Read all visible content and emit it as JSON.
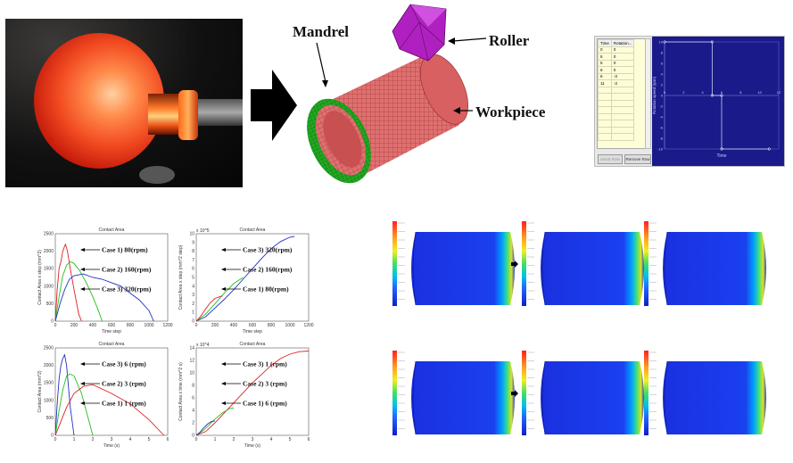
{
  "labels": {
    "mandrel": "Mandrel",
    "roller": "Roller",
    "workpiece": "Workpiece"
  },
  "software_panel": {
    "col_time": "Time",
    "col_rotation": "Rotation...",
    "rows": [
      [
        "0",
        "0"
      ],
      [
        "5",
        "0"
      ],
      [
        "5",
        "0"
      ],
      [
        "6",
        "0"
      ],
      [
        "6",
        "-3"
      ],
      [
        "11",
        "-3"
      ]
    ],
    "insert_button": "Insert Row",
    "remove_button": "Remove Row",
    "plot_ylabel": "Rotation speed (rpm)",
    "plot_xlabel": "Time",
    "x_ticks": [
      "0",
      "2",
      "4",
      "6",
      "8",
      "10",
      "12"
    ],
    "y_ticks": [
      "10",
      "8",
      "6",
      "4",
      "2",
      "0",
      "-2",
      "-4",
      "-6",
      "-8",
      "-10"
    ]
  },
  "chart_data": [
    {
      "type": "line",
      "title": "Contact Area",
      "xlabel": "Time step",
      "ylabel": "Contact Area x step (mm^2)",
      "x_ticks": [
        "0",
        "200",
        "400",
        "600",
        "800",
        "1000",
        "1200"
      ],
      "y_ticks": [
        "0",
        "500",
        "1000",
        "1500",
        "2000",
        "2500"
      ],
      "xlim": [
        0,
        1200
      ],
      "ylim": [
        0,
        2500
      ],
      "series": [
        {
          "name": "Case 1) 80(rpm)",
          "color": "#e02020",
          "x": [
            0,
            20,
            40,
            60,
            80,
            100,
            110,
            130,
            160,
            200,
            250,
            280
          ],
          "y": [
            0,
            900,
            1500,
            1700,
            2000,
            2150,
            2200,
            2000,
            1500,
            900,
            200,
            0
          ]
        },
        {
          "name": "Case 2) 160(rpm)",
          "color": "#20c020",
          "x": [
            0,
            40,
            80,
            120,
            160,
            200,
            260,
            330,
            400,
            460,
            500
          ],
          "y": [
            0,
            700,
            1300,
            1600,
            1700,
            1650,
            1450,
            1100,
            700,
            300,
            0
          ]
        },
        {
          "name": "Case 3) 320(rpm)",
          "color": "#2030c0",
          "x": [
            0,
            50,
            100,
            150,
            200,
            300,
            400,
            500,
            600,
            700,
            800,
            900,
            1000,
            1050
          ],
          "y": [
            0,
            500,
            900,
            1200,
            1300,
            1350,
            1250,
            1200,
            1100,
            1000,
            800,
            600,
            300,
            0
          ]
        }
      ],
      "annotations": [
        "Case 1) 80(rpm)",
        "Case 2) 160(rpm)",
        "Case 3) 320(rpm)"
      ]
    },
    {
      "type": "line",
      "title": "Contact Area",
      "xlabel": "Time step",
      "ylabel": "Contact Area x step (mm^2 step)",
      "exponent": "x 10^5",
      "x_ticks": [
        "0",
        "200",
        "400",
        "600",
        "800",
        "1000",
        "1200"
      ],
      "y_ticks": [
        "0",
        "1",
        "2",
        "3",
        "4",
        "5",
        "6",
        "7",
        "8",
        "9",
        "10"
      ],
      "xlim": [
        0,
        1200
      ],
      "ylim": [
        0,
        10
      ],
      "series": [
        {
          "name": "Case 3) 320(rpm)",
          "color": "#2030c0",
          "x": [
            0,
            100,
            200,
            300,
            400,
            500,
            600,
            700,
            800,
            900,
            1000,
            1050
          ],
          "y": [
            0,
            0.5,
            1.5,
            2.5,
            3.6,
            4.8,
            6.0,
            7.2,
            8.3,
            9.1,
            9.6,
            9.7
          ]
        },
        {
          "name": "Case 2) 160(rpm)",
          "color": "#20c020",
          "x": [
            0,
            100,
            200,
            300,
            400,
            500
          ],
          "y": [
            0,
            0.8,
            2.0,
            3.2,
            4.3,
            5.0
          ]
        },
        {
          "name": "Case 1) 80(rpm)",
          "color": "#e02020",
          "x": [
            0,
            50,
            100,
            150,
            200,
            280
          ],
          "y": [
            0,
            0.6,
            1.4,
            2.1,
            2.6,
            2.9
          ]
        }
      ],
      "annotations": [
        "Case 3) 320(rpm)",
        "Case 2) 160(rpm)",
        "Case 1) 80(rpm)"
      ]
    },
    {
      "type": "line",
      "title": "Contact Area",
      "xlabel": "Time (s)",
      "ylabel": "Contact Area (mm^2)",
      "x_ticks": [
        "0",
        "1",
        "2",
        "3",
        "4",
        "5",
        "6"
      ],
      "y_ticks": [
        "0",
        "500",
        "1000",
        "1500",
        "2000",
        "2500"
      ],
      "xlim": [
        0,
        6
      ],
      "ylim": [
        0,
        2500
      ],
      "series": [
        {
          "name": "Case 3) 6 (rpm)",
          "color": "#2030c0",
          "x": [
            0,
            0.1,
            0.2,
            0.3,
            0.4,
            0.5,
            0.6,
            0.8,
            1.0
          ],
          "y": [
            0,
            900,
            1600,
            2000,
            2200,
            2300,
            2000,
            800,
            0
          ]
        },
        {
          "name": "Case 2) 3 (rpm)",
          "color": "#20c020",
          "x": [
            0,
            0.2,
            0.4,
            0.6,
            0.8,
            1.0,
            1.4,
            1.8,
            2.0
          ],
          "y": [
            0,
            700,
            1300,
            1700,
            1750,
            1700,
            1200,
            400,
            0
          ]
        },
        {
          "name": "Case 1) 1 (rpm)",
          "color": "#e02020",
          "x": [
            0,
            0.3,
            0.6,
            1.0,
            1.5,
            2.0,
            3.0,
            4.0,
            5.0,
            5.8
          ],
          "y": [
            0,
            400,
            800,
            1200,
            1400,
            1450,
            1200,
            900,
            450,
            0
          ]
        }
      ],
      "annotations": [
        "Case 3) 6 (rpm)",
        "Case 2) 3 (rpm)",
        "Case 1) 1 (rpm)"
      ]
    },
    {
      "type": "line",
      "title": "Contact Area",
      "xlabel": "Time (s)",
      "ylabel": "Contact Area x time (mm^2 s)",
      "exponent": "x 10^4",
      "x_ticks": [
        "0",
        "1",
        "2",
        "3",
        "4",
        "5",
        "6"
      ],
      "y_ticks": [
        "0",
        "2",
        "4",
        "6",
        "8",
        "10",
        "12",
        "14"
      ],
      "xlim": [
        0,
        6
      ],
      "ylim": [
        0,
        14
      ],
      "series": [
        {
          "name": "Case 3) 1 (rpm)",
          "color": "#e02020",
          "x": [
            0,
            0.5,
            1,
            1.5,
            2,
            2.5,
            3,
            3.5,
            4,
            4.5,
            5,
            5.5,
            6
          ],
          "y": [
            0,
            0.6,
            2.0,
            3.6,
            5.2,
            6.8,
            8.4,
            9.8,
            11.2,
            12.3,
            13.0,
            13.4,
            13.5
          ]
        },
        {
          "name": "Case 2) 3 (rpm)",
          "color": "#20c020",
          "x": [
            0,
            0.3,
            0.6,
            1.0,
            1.4,
            1.8,
            2.0
          ],
          "y": [
            0,
            0.6,
            1.4,
            2.6,
            3.6,
            4.3,
            4.4
          ]
        },
        {
          "name": "Case 1) 6 (rpm)",
          "color": "#2030c0",
          "x": [
            0,
            0.2,
            0.4,
            0.6,
            0.8,
            1.0
          ],
          "y": [
            0,
            0.5,
            1.2,
            1.8,
            2.2,
            2.3
          ]
        }
      ],
      "annotations": [
        "Case 3) 1 (rpm)",
        "Case 2) 3 (rpm)",
        "Case 1) 6 (rpm)"
      ]
    }
  ],
  "colors": {
    "mandrel": "#1fa31f",
    "workpiece": "#e07070",
    "roller": "#b020c0",
    "contour_blue": "#1a30e0",
    "plot_bg": "#1a1a8a"
  }
}
